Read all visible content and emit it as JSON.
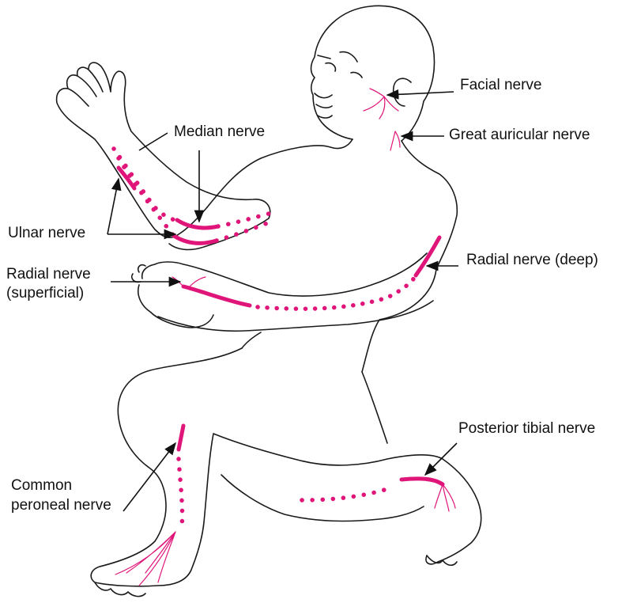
{
  "colors": {
    "nerve": "#e0157a",
    "outline": "#1a1a1a",
    "label": "#111111",
    "background": "#ffffff"
  },
  "labels": {
    "facial": "Facial nerve",
    "great_auricular": "Great auricular nerve",
    "median": "Median nerve",
    "ulnar": "Ulnar nerve",
    "radial_deep": "Radial nerve (deep)",
    "radial_superficial_line1": "Radial nerve",
    "radial_superficial_line2": "(superficial)",
    "posterior_tibial": "Posterior tibial nerve",
    "common_peroneal_line1": "Common",
    "common_peroneal_line2": "peroneal nerve"
  }
}
